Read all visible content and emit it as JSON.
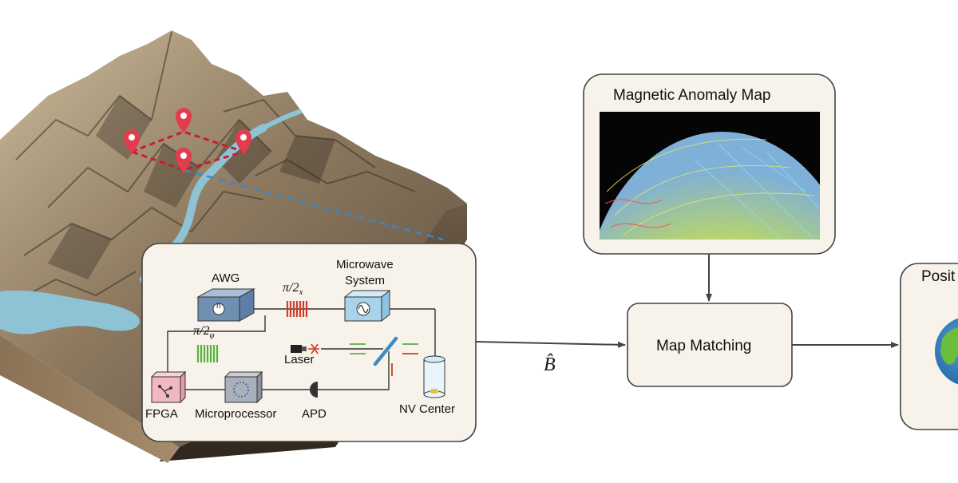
{
  "colors": {
    "box_fill": "#f7f3ea",
    "box_stroke": "#444444",
    "arrow": "#444444",
    "terrain_dark": "#3f352b",
    "terrain_mid": "#7a6a55",
    "terrain_light": "#b4a285",
    "water": "#8ec3d6",
    "pin_red": "#e23d4e",
    "route_red": "#c81e2d",
    "awg_blue": "#6f8fb3",
    "microwave_blue": "#a9d3ea",
    "pulse_red": "#d23a2a",
    "pulse_green": "#57b23c",
    "fpga_pink": "#f2b8c0",
    "earth_blue": "#2f7fc1",
    "earth_green": "#6dbd3c"
  },
  "map_panel": {
    "title": "Magnetic Anomaly Map"
  },
  "matching_box": {
    "label": "Map Matching"
  },
  "signal_label": "B̂",
  "position_box": {
    "label": "Posit"
  },
  "sensor_panel": {
    "awg": "AWG",
    "awg_icon": "n",
    "microwave_line1": "Microwave",
    "microwave_line2": "System",
    "pulse_x": "π/2",
    "pulse_x_sub": "x",
    "pulse_phi": "π/2",
    "pulse_phi_sub": "φ",
    "laser": "Laser",
    "fpga": "FPGA",
    "microprocessor": "Microprocessor",
    "apd": "APD",
    "nv_center": "NV Center"
  }
}
